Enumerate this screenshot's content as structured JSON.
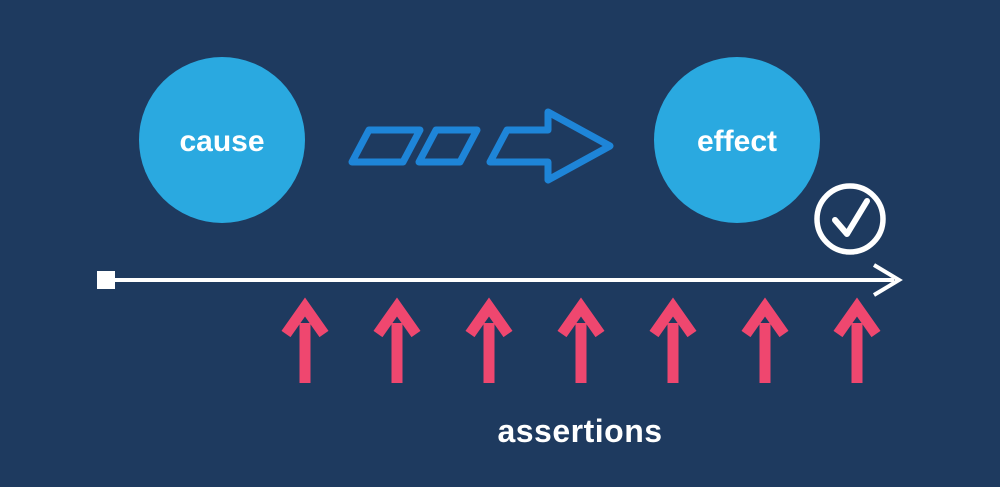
{
  "colors": {
    "background": "#1e3a5f",
    "node_fill": "#2aa9e0",
    "node_text": "#ffffff",
    "flow_arrow": "#1e85d8",
    "timeline": "#ffffff",
    "check": "#ffffff",
    "assertion_arrow": "#ef476f",
    "label_text": "#ffffff"
  },
  "diagram": {
    "cause_label": "cause",
    "effect_label": "effect",
    "assertions_label": "assertions",
    "assertion_arrow_count": 7
  }
}
